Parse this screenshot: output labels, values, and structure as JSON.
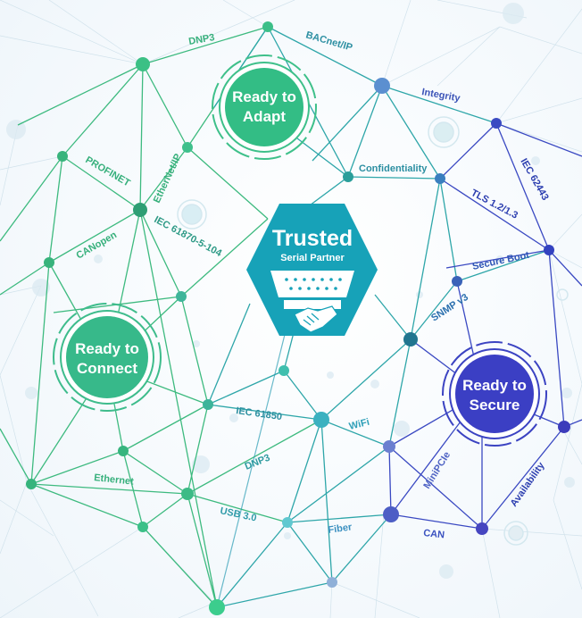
{
  "hub": {
    "title": "Trusted",
    "subtitle": "Serial Partner",
    "color": "#17a2b8",
    "icon": "serial-port-handshake-icon"
  },
  "badges": {
    "adapt": {
      "line1": "Ready to",
      "line2": "Adapt",
      "color": "#33bd85"
    },
    "connect": {
      "line1": "Ready to",
      "line2": "Connect",
      "color": "#37b98a"
    },
    "secure": {
      "line1": "Ready to",
      "line2": "Secure",
      "color": "#3b3fc4"
    }
  },
  "labels": {
    "dnp3_top": "DNP3",
    "bacnet": "BACnet/IP",
    "integrity": "Integrity",
    "confidentiality": "Confidentiality",
    "iec62443": "IEC 62443",
    "tls": "TLS 1.2/1.3",
    "secure_boot": "Secure Boot",
    "snmp": "SNMP v3",
    "profinet": "PROFINET",
    "ethernet_ip": "EtherNet/IP",
    "iec61870": "IEC 61870-5-104",
    "canopen": "CANopen",
    "iec61850": "IEC 61850",
    "wifi": "WiFi",
    "dnp3_bottom": "DNP3",
    "ethernet": "Ethernet",
    "usb3": "USB 3.0",
    "fiber": "Fiber",
    "can": "CAN",
    "minipcie": "MiniPCIe",
    "availability": "Availability"
  },
  "colors": {
    "green": "#37b07c",
    "teal": "#2c8fa2",
    "blue": "#2d3fb0"
  }
}
